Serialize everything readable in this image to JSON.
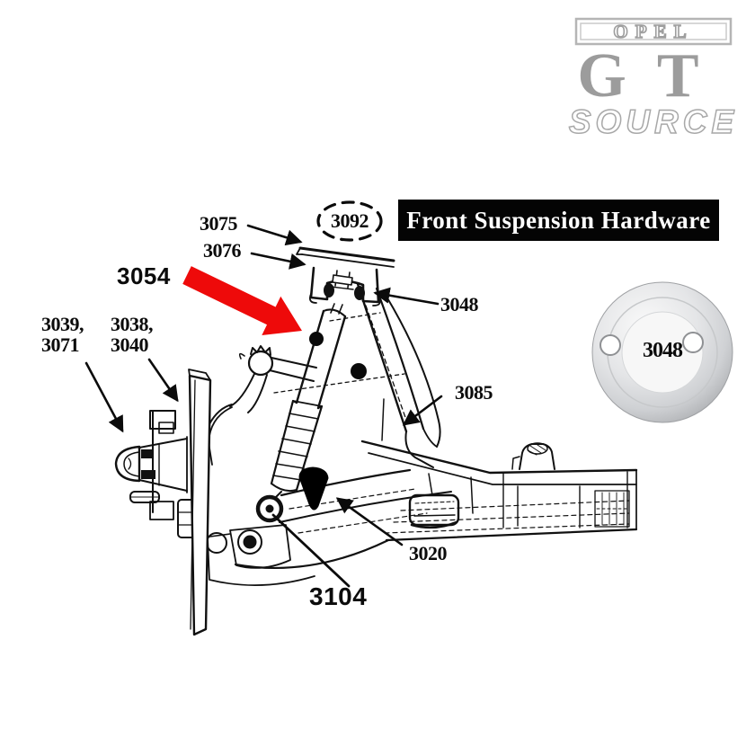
{
  "logo": {
    "brand": "OPEL",
    "model": "GT",
    "tagline": "SOURCE"
  },
  "banner": {
    "title": "Front Suspension Hardware"
  },
  "diagram": {
    "highlight_color": "#ee0a0a",
    "labels": {
      "l3075": "3075",
      "l3092": "3092",
      "l3076": "3076",
      "l3054": "3054",
      "l3048": "3048",
      "l3039a": "3039,",
      "l3039b": "3071",
      "l3038a": "3038,",
      "l3038b": "3040",
      "l3085": "3085",
      "l3020": "3020",
      "l3104": "3104"
    }
  },
  "inset": {
    "label": "3048"
  }
}
